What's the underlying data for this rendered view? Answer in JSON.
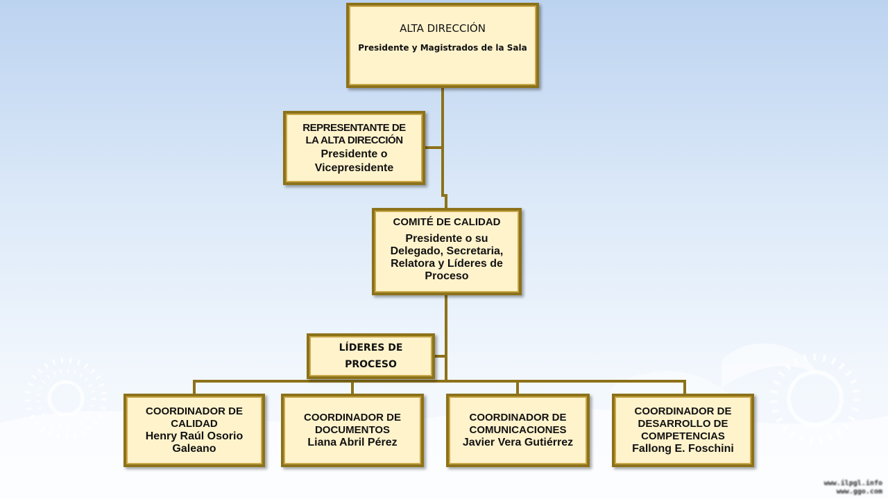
{
  "org_chart": {
    "top": {
      "title": "ALTA DIRECCIÓN",
      "subtitle": "Presidente y Magistrados de la Sala"
    },
    "representative": {
      "title_line1": "REPRESENTANTE DE",
      "title_line2": "LA ALTA DIRECCIÓN",
      "subtitle_line1": "Presidente o",
      "subtitle_line2": "Vicepresidente"
    },
    "committee": {
      "title": "COMITÉ DE CALIDAD",
      "subtitle_line1": "Presidente o su",
      "subtitle_line2": "Delegado, Secretaria,",
      "subtitle_line3": "Relatora y Líderes de",
      "subtitle_line4": "Proceso"
    },
    "process_leaders": {
      "line1": "LÍDERES DE",
      "line2": "PROCESO"
    },
    "coordinators": [
      {
        "line1": "COORDINADOR DE",
        "line2": "CALIDAD",
        "line3": "Henry Raúl Osorio",
        "line4": "Galeano"
      },
      {
        "line1": "COORDINADOR DE",
        "line2": "DOCUMENTOS",
        "line3": "Liana Abril Pérez",
        "line4": ""
      },
      {
        "line1": "COORDINADOR DE",
        "line2": "COMUNICACIONES",
        "line3": "Javier Vera Gutiérrez",
        "line4": ""
      },
      {
        "line1": "COORDINADOR DE",
        "line2": "DESARROLLO DE",
        "line3": "COMPETENCIAS",
        "line4": "Fallong E. Foschini"
      }
    ]
  },
  "colors": {
    "box_fill": "#fff3cc",
    "border": "#8c7219",
    "connector": "#8c7219"
  },
  "watermark": {
    "line1": "www.ilpgl.info",
    "line2": "www.ggo.com"
  }
}
